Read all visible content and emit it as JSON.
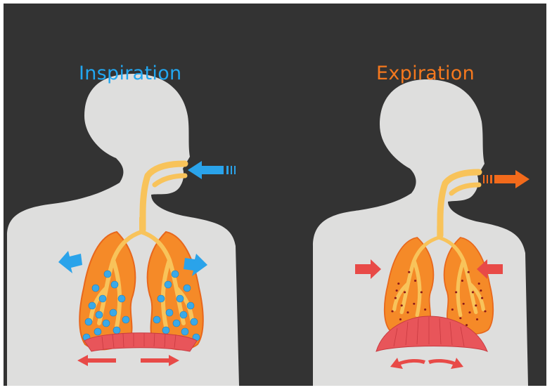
{
  "inspiration": {
    "title": "Inspiration",
    "title_color": "#22a7f0",
    "air_color": "#2aa3ea",
    "lung_content": "blue alveoli dots",
    "diaphragm_state": "contracted (flattened)"
  },
  "expiration": {
    "title": "Expiration",
    "title_color": "#f5781e",
    "air_color": "#f26a1b",
    "lung_content": "dark red speckles",
    "diaphragm_state": "relaxed (domed)"
  },
  "colors": {
    "background": "#333333",
    "body": "#dededd",
    "airway": "#f8c35a",
    "lung": "#f58a28",
    "diaphragm": "#e8555a",
    "arrow_red": "#e84a47"
  }
}
